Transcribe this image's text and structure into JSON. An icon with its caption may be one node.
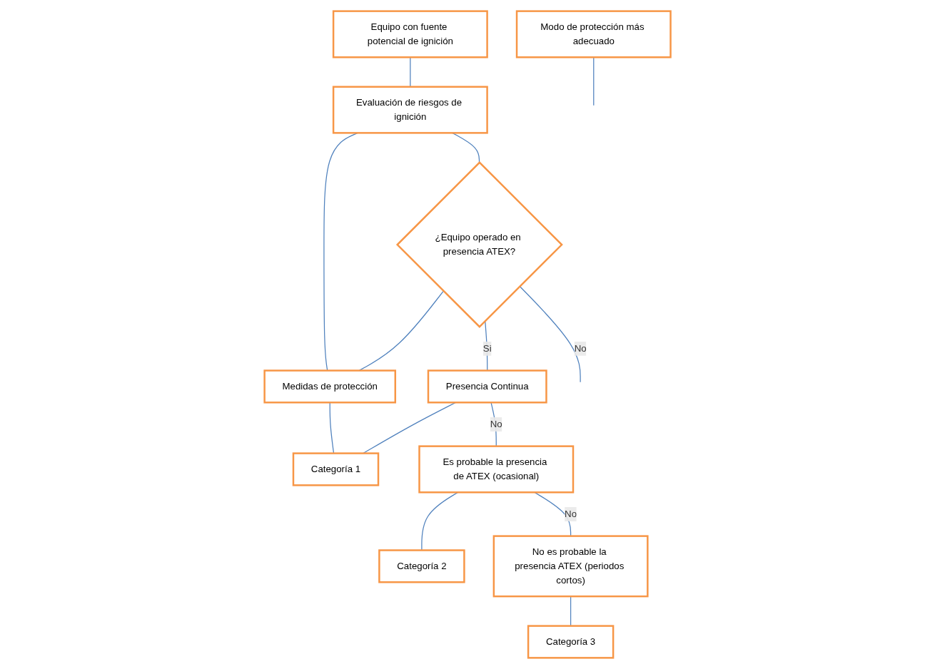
{
  "diagram": {
    "nodes": [
      {
        "text": [
          "Equipo con fuente potencial de ignición"
        ]
      },
      {
        "text": [
          "Evaluación de riesgos de ignición"
        ]
      },
      {
        "text": [
          "¿Equipo operado en presencia ATEX?"
        ]
      },
      {
        "text": [
          "Medidas de protección"
        ]
      },
      {
        "text": [
          "Presencia Continua"
        ]
      },
      {
        "text": [
          "Categoría 1"
        ]
      },
      {
        "text": [
          "Es probable la presencia de ATEX (ocasional)"
        ]
      },
      {
        "text": [
          "Categoría 2"
        ]
      },
      {
        "text": [
          "No es probable la presencia ATEX (periodos cortos)"
        ]
      },
      {
        "text": [
          "Categoría 3"
        ]
      },
      {
        "text": [
          "Modo de protección más adecuado"
        ]
      }
    ],
    "edges": [
      {
        "from": 0,
        "to": 1,
        "arrow": "none"
      },
      {
        "from": 1,
        "to": 2,
        "arrow": "none"
      },
      {
        "from": 1,
        "to": 3,
        "arrow": "none"
      },
      {
        "from": 2,
        "to": 3,
        "arrow": "none"
      },
      {
        "from": 2,
        "to": null,
        "arrow": "none",
        "label": "No"
      },
      {
        "from": 2,
        "to": 4,
        "arrow": "none",
        "label": "Si"
      },
      {
        "from": 3,
        "to": 5,
        "arrow": "none"
      },
      {
        "from": 4,
        "to": 5,
        "arrow": "none"
      },
      {
        "from": 4,
        "to": 6,
        "arrow": "none",
        "label": "No"
      },
      {
        "from": 6,
        "to": 7,
        "arrow": "none"
      },
      {
        "from": 6,
        "to": 8,
        "arrow": "none",
        "label": "No"
      },
      {
        "from": 8,
        "to": 9,
        "arrow": "none"
      },
      {
        "from": 10,
        "to": null,
        "arrow": "none"
      }
    ]
  }
}
